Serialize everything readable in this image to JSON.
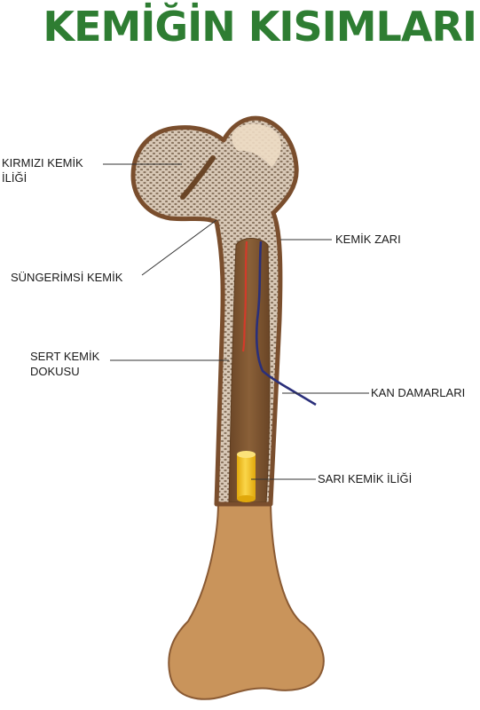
{
  "title": "KEMİĞİN KISIMLARI",
  "labels": {
    "red_marrow": [
      "KIRMIZI KEMİK",
      "İLİĞİ"
    ],
    "spongy_bone": "SÜNGERİMSİ KEMİK",
    "compact_bone": [
      "SERT KEMİK",
      "DOKUSU"
    ],
    "periosteum": "KEMİK ZARI",
    "blood_vessels": "KAN DAMARLARI",
    "yellow_marrow": "SARI KEMİK İLİĞİ"
  },
  "colors": {
    "title": "#2e7d32",
    "bone_outline": "#7a4e2d",
    "bone_fill": "#c9945b",
    "spongy_fill": "#d8c8b6",
    "marrow_cavity": "#7b5432",
    "red_vessel": "#d43a2a",
    "blue_vessel": "#2a2f7a",
    "yellow_marrow": "#f2c21d"
  }
}
